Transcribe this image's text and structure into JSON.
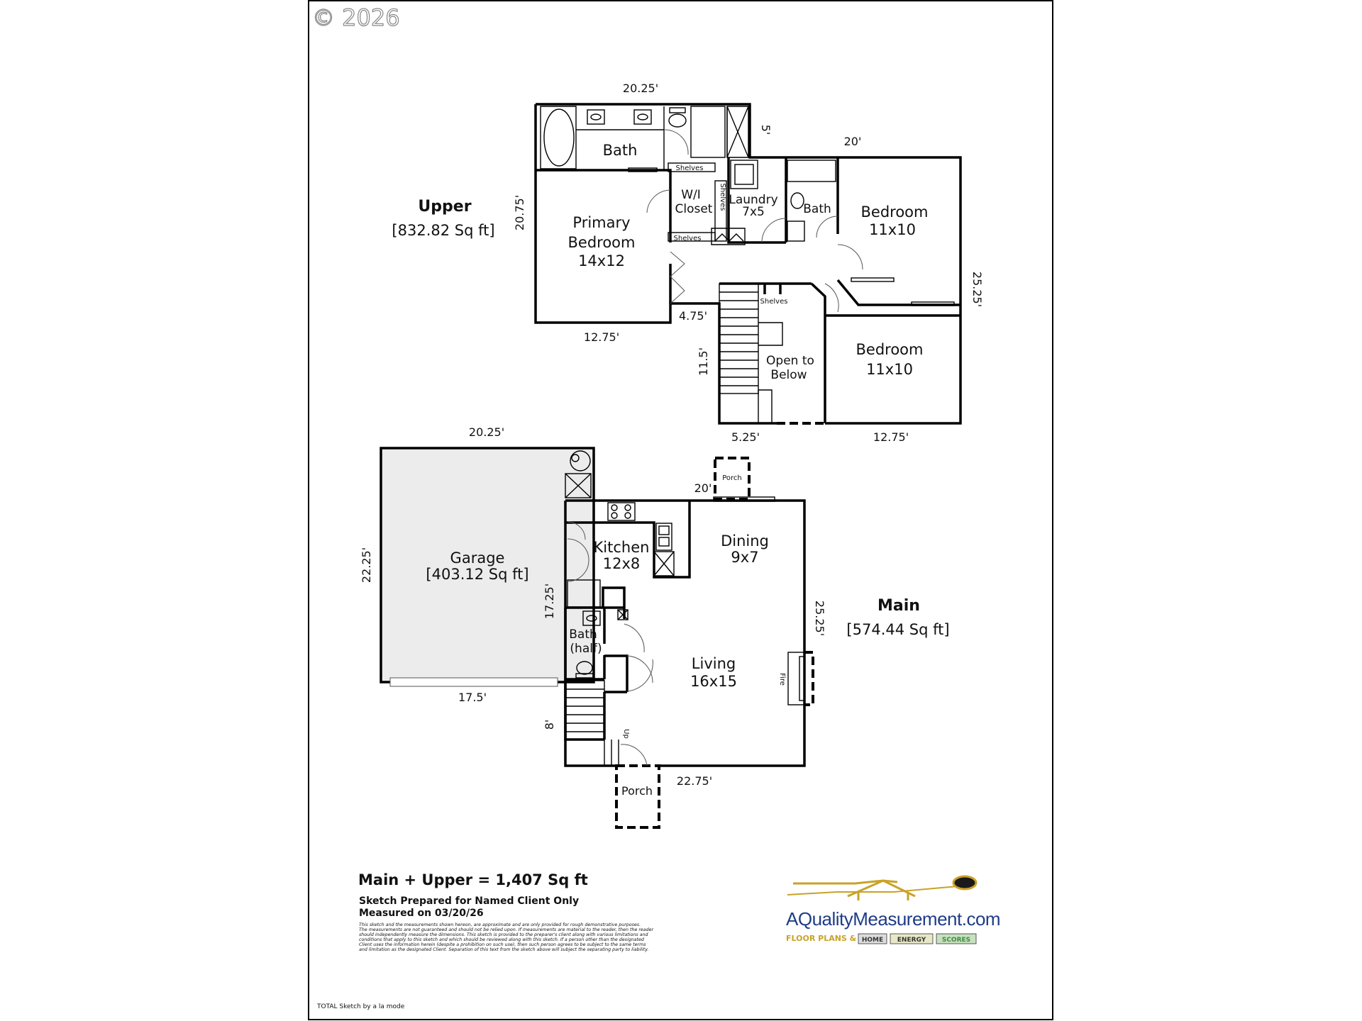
{
  "copyright": "© 2026",
  "upper": {
    "title": "Upper",
    "area": "[832.82 Sq ft]",
    "rooms": {
      "bath": "Bath",
      "primary_l1": "Primary",
      "primary_l2": "Bedroom",
      "primary_l3": "14x12",
      "wi_l1": "W/I",
      "wi_l2": "Closet",
      "laundry_l1": "Laundry",
      "laundry_l2": "7x5",
      "bath2": "Bath",
      "bed1_l1": "Bedroom",
      "bed1_l2": "11x10",
      "bed2_l1": "Bedroom",
      "bed2_l2": "11x10",
      "open_l1": "Open to",
      "open_l2": "Below",
      "shelves": "Shelves"
    },
    "dims": {
      "top": "20.25'",
      "notch": "5'",
      "right_top": "20'",
      "left": "20.75'",
      "right": "25.25'",
      "bottom_left": "12.75'",
      "step": "4.75'",
      "stair": "11.5'",
      "bottom_mid": "5.25'",
      "bottom_right": "12.75'"
    }
  },
  "main": {
    "title": "Main",
    "area": "[574.44 Sq ft]",
    "rooms": {
      "garage": "Garage",
      "garage_area": "[403.12 Sq ft]",
      "kitchen_l1": "Kitchen",
      "kitchen_l2": "12x8",
      "dining_l1": "Dining",
      "dining_l2": "9x7",
      "living_l1": "Living",
      "living_l2": "16x15",
      "bath_l1": "Bath",
      "bath_l2": "(half)",
      "porch_small": "Porch",
      "porch": "Porch",
      "fire": "Fire",
      "up": "Up"
    },
    "dims": {
      "garage_top": "20.25'",
      "garage_left": "22.25'",
      "garage_bottom": "17.5'",
      "mid_left": "17.25'",
      "top": "20'",
      "right": "25.25'",
      "bottom": "22.75'",
      "stair": "8'"
    }
  },
  "footer": {
    "total": "Main + Upper = 1,407 Sq ft",
    "prepared": "Sketch Prepared for Named Client Only",
    "measured": "Measured on 03/20/26",
    "disclaimer": [
      "This sketch and the measurements shown hereon, are approximate and are only provided for rough demonstrative purposes.",
      "The measurements are not guaranteed and should not be relied upon.  If measurements are material to the reader, then the reader",
      "should independently measure the dimensions.  This sketch is provided to the preparer's client along with various limitations and",
      "conditions that apply to this sketch and which should be reviewed along with this sketch.  If a person other than the designated",
      "Client uses the information herein (despite a prohibition on such use), then such person agrees to be subject to the same terms",
      "and limitation as the designated Client.  Separation of this text from the sketch above will subject the separating party to liability."
    ],
    "software": "TOTAL Sketch by a la mode"
  },
  "logo": {
    "name": "AQualityMeasurement.com",
    "tag_a": "FLOOR PLANS &",
    "tag_b": "HOME",
    "tag_c": "ENERGY",
    "tag_d": "SCORES",
    "colors": {
      "gold": "#c9a227",
      "blue": "#1f3c88",
      "green": "#3c8c3c"
    }
  }
}
